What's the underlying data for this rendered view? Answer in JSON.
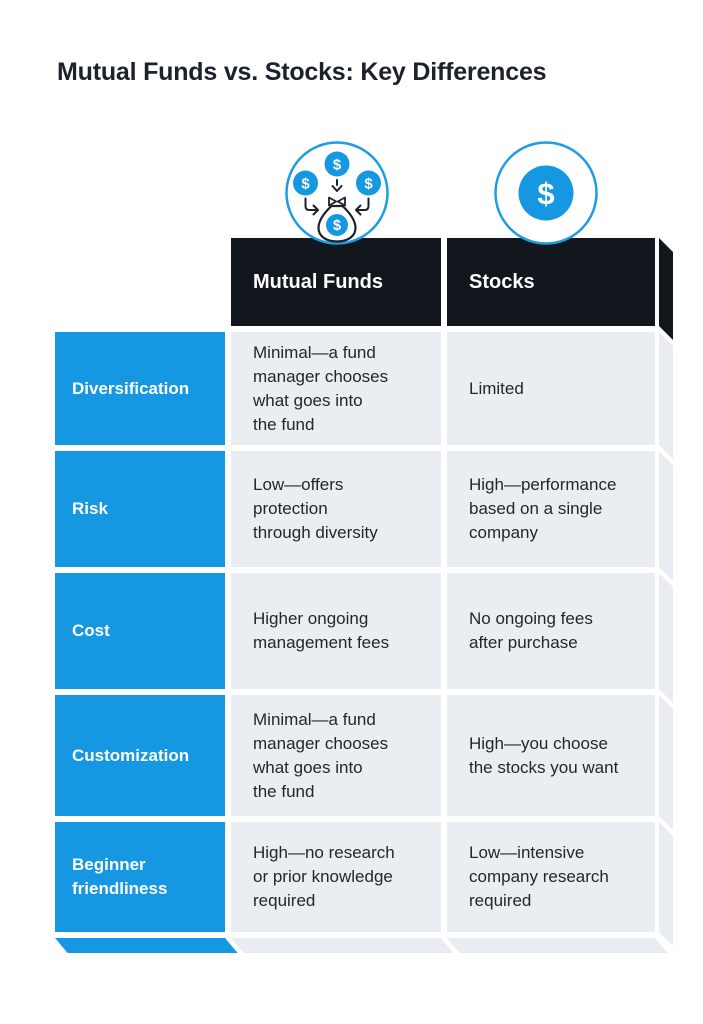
{
  "page": {
    "title": "Mutual Funds vs. Stocks: Key Differences"
  },
  "icons": {
    "dollar_symbol": "$",
    "mutual_funds_icon": "money-bag-with-dollar-coins-icon",
    "stocks_icon": "dollar-coin-icon"
  },
  "colors": {
    "accent_blue": "#1697e1",
    "header_black": "#12171d",
    "cell_gray": "#eaeef2",
    "side_face_gray": "#e9edf1",
    "title_text": "#1b222c",
    "body_text": "#22272c",
    "label_text": "#ffffff"
  },
  "table": {
    "columns": [
      {
        "label": "Mutual Funds"
      },
      {
        "label": "Stocks"
      }
    ],
    "rows": [
      {
        "label": "Diversification",
        "mutual_funds": "Minimal—a fund\nmanager chooses\nwhat goes into\nthe fund",
        "stocks": "Limited"
      },
      {
        "label": "Risk",
        "mutual_funds": "Low—offers\nprotection\nthrough diversity",
        "stocks": "High—performance\nbased on a single\ncompany"
      },
      {
        "label": "Cost",
        "mutual_funds": "Higher ongoing\nmanagement fees",
        "stocks": "No ongoing fees\nafter purchase"
      },
      {
        "label": "Customization",
        "mutual_funds": "Minimal—a fund\nmanager chooses\nwhat goes into\nthe fund",
        "stocks": "High—you choose\nthe stocks you want"
      },
      {
        "label": "Beginner\nfriendliness",
        "mutual_funds": "High—no research\nor prior knowledge\nrequired",
        "stocks": "Low—intensive\ncompany research\nrequired"
      }
    ]
  },
  "chart_data": {
    "type": "table",
    "title": "Mutual Funds vs. Stocks: Key Differences",
    "columns": [
      "",
      "Mutual Funds",
      "Stocks"
    ],
    "rows": [
      [
        "Diversification",
        "Minimal—a fund manager chooses what goes into the fund",
        "Limited"
      ],
      [
        "Risk",
        "Low—offers protection through diversity",
        "High—performance based on a single company"
      ],
      [
        "Cost",
        "Higher ongoing management fees",
        "No ongoing fees after purchase"
      ],
      [
        "Customization",
        "Minimal—a fund manager chooses what goes into the fund",
        "High—you choose the stocks you want"
      ],
      [
        "Beginner friendliness",
        "High—no research or prior knowledge required",
        "Low—intensive company research required"
      ]
    ]
  }
}
